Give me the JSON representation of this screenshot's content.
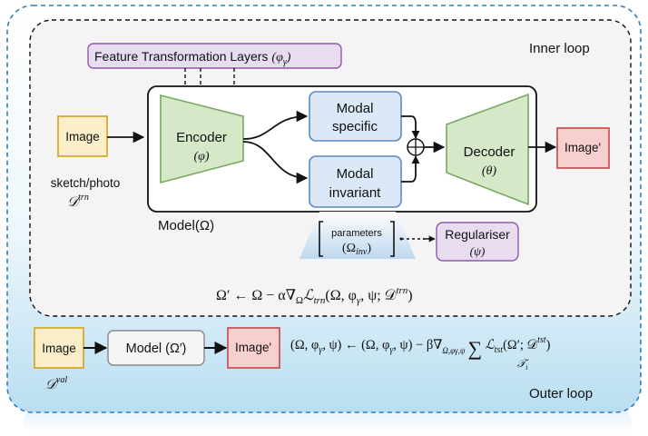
{
  "outer_loop_label": "Outer loop",
  "inner_loop_label": "Inner loop",
  "feature_layers": {
    "label": "Feature Transformation Layers",
    "param": "(φ",
    "param_sub": "γ",
    "param_close": ")"
  },
  "input_image": {
    "label": "Image",
    "caption": "sketch/photo",
    "dataset": "𝒟",
    "dataset_sup": "trn"
  },
  "encoder": {
    "label": "Encoder",
    "param": "(φ)"
  },
  "modal_specific": {
    "line1": "Modal",
    "line2": "specific"
  },
  "modal_invariant": {
    "line1": "Modal",
    "line2": "invariant"
  },
  "combine_symbol": "⊕",
  "decoder": {
    "label": "Decoder",
    "param": "(θ)"
  },
  "output_image": {
    "label": "Image'"
  },
  "model_label": "Model(Ω)",
  "parameters": {
    "label": "parameters",
    "sym": "(Ω",
    "sub": "inv",
    "close": ")"
  },
  "regulariser": {
    "label": "Regulariser",
    "param": "(ψ)"
  },
  "inner_equation": "Ω′ ← Ω − α∇",
  "inner_equation_sub": "Ω",
  "inner_equation_loss": "ℒ",
  "inner_equation_loss_sub": "trn",
  "inner_equation_args": "(Ω, φ",
  "inner_equation_args_sub": "γ",
  "inner_equation_args2": ", ψ; 𝒟",
  "inner_equation_sup": "trn",
  "inner_equation_close": ")",
  "val_image": {
    "label": "Image",
    "dataset": "𝒟",
    "dataset_sup": "val"
  },
  "model_prime": {
    "label": "Model (Ω′)"
  },
  "val_output_image": {
    "label": "Image'"
  },
  "outer_equation": {
    "lhs": "(Ω, φ",
    "lhs_sub": "γ",
    "lhs2": ", ψ) ← (Ω, φ",
    "mid_sub": "γ",
    "mid2": ", ψ) − β∇",
    "grad_sub": "Ω,φγ,ψ",
    "sum": "∑",
    "sum_sub": "𝒯",
    "sum_sub_i": "i",
    "loss": "ℒ",
    "loss_sub": "tst",
    "args": "(Ω′; 𝒟",
    "args_sup": "tst",
    "close": ")"
  }
}
